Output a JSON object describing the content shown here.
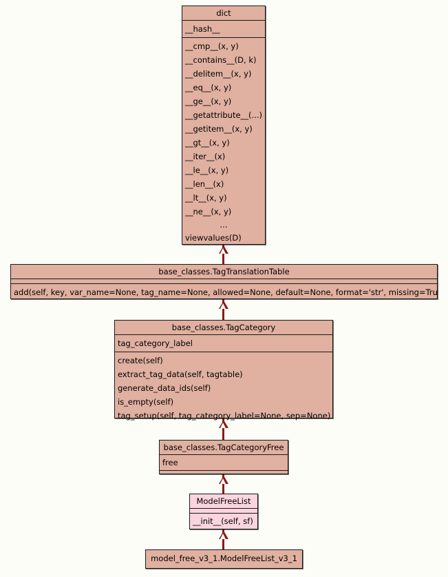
{
  "diagram": {
    "kind": "uml-class-diagram",
    "background_color": "#fdfdf7",
    "class_fill_color": "#e0b0a0",
    "highlight_fill_color": "#fad4de",
    "border_color": "#1a1a1a",
    "connector_color": "#8b1a1a"
  },
  "classes": {
    "dict": {
      "name": "dict",
      "attributes": [
        "__hash__"
      ],
      "operations": [
        "__cmp__(x, y)",
        "__contains__(D, k)",
        "__delitem__(x, y)",
        "__eq__(x, y)",
        "__ge__(x, y)",
        "__getattribute__(...)",
        "__getitem__(x, y)",
        "__gt__(x, y)",
        "__iter__(x)",
        "__le__(x, y)",
        "__len__(x)",
        "__lt__(x, y)",
        "__ne__(x, y)",
        "...",
        "viewvalues(D)"
      ]
    },
    "tag_translation_table": {
      "name": "base_classes.TagTranslationTable",
      "attributes": [],
      "operations": [
        "add(self, key, var_name=None, tag_name=None, allowed=None, default=None, format='str', missing=True)"
      ]
    },
    "tag_category": {
      "name": "base_classes.TagCategory",
      "attributes": [
        "tag_category_label"
      ],
      "operations": [
        "create(self)",
        "extract_tag_data(self, tagtable)",
        "generate_data_ids(self)",
        "is_empty(self)",
        "tag_setup(self, tag_category_label=None, sep=None)"
      ]
    },
    "tag_category_free": {
      "name": "base_classes.TagCategoryFree",
      "attributes": [
        "free"
      ],
      "operations": []
    },
    "model_free_list": {
      "name": "ModelFreeList",
      "attributes": [],
      "operations": [
        "__init__(self, sf)"
      ]
    },
    "model_free_list_v3_1": {
      "name": "model_free_v3_1.ModelFreeList_v3_1",
      "attributes": [],
      "operations": []
    }
  },
  "relations": [
    {
      "name": "dict-to-tagtranslationtable",
      "type": "generalization",
      "from": "base_classes.TagTranslationTable",
      "to": "dict"
    },
    {
      "name": "tagtranslationtable-to-tagcategory",
      "type": "generalization",
      "from": "base_classes.TagCategory",
      "to": "base_classes.TagTranslationTable"
    },
    {
      "name": "tagcategory-to-tagcategoryfree",
      "type": "generalization",
      "from": "base_classes.TagCategoryFree",
      "to": "base_classes.TagCategory"
    },
    {
      "name": "tagcategoryfree-to-modelfreelist",
      "type": "generalization",
      "from": "ModelFreeList",
      "to": "base_classes.TagCategoryFree"
    },
    {
      "name": "modelfreelist-to-modelfreelistv31",
      "type": "generalization",
      "from": "model_free_v3_1.ModelFreeList_v3_1",
      "to": "ModelFreeList"
    }
  ]
}
